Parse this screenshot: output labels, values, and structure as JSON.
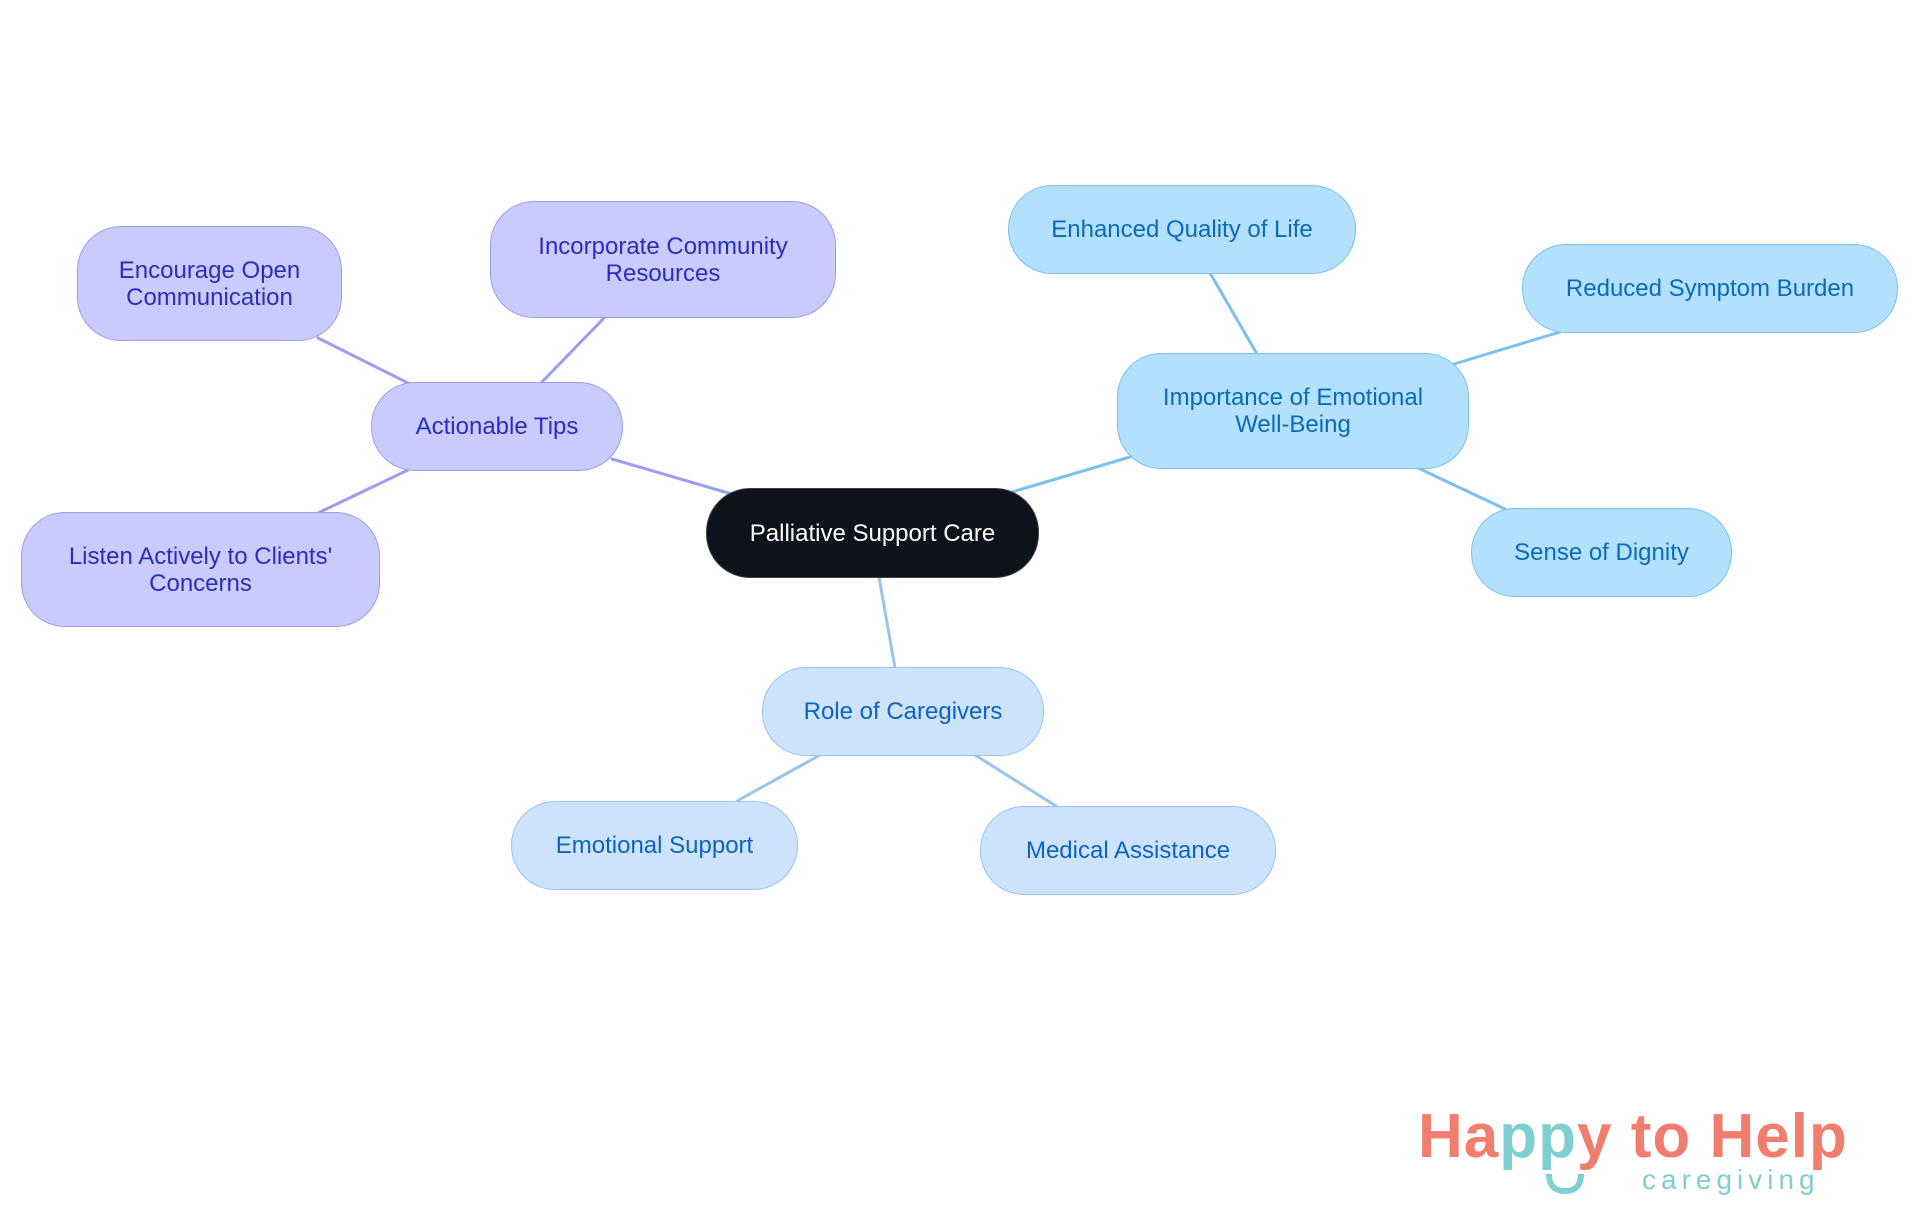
{
  "diagram": {
    "type": "mind-map",
    "root": {
      "label": "Palliative Support Care"
    },
    "branches": [
      {
        "label": "Actionable Tips",
        "color": "#c9cbfc",
        "children": [
          {
            "label": "Encourage Open\nCommunication"
          },
          {
            "label": "Incorporate Community\nResources"
          },
          {
            "label": "Listen Actively to Clients'\nConcerns"
          }
        ]
      },
      {
        "label": "Importance of Emotional\nWell-Being",
        "color": "#b3e0fd",
        "children": [
          {
            "label": "Enhanced Quality of Life"
          },
          {
            "label": "Reduced Symptom Burden"
          },
          {
            "label": "Sense of Dignity"
          }
        ]
      },
      {
        "label": "Role of Caregivers",
        "color": "#cde3fb",
        "children": [
          {
            "label": "Emotional Support"
          },
          {
            "label": "Medical Assistance"
          }
        ]
      }
    ]
  },
  "logo": {
    "part1": "Ha",
    "part2": "pp",
    "part3": "y to Help",
    "subtitle": "caregiving",
    "primary_color": "#f07d6e",
    "accent_color": "#7fcfd0"
  }
}
